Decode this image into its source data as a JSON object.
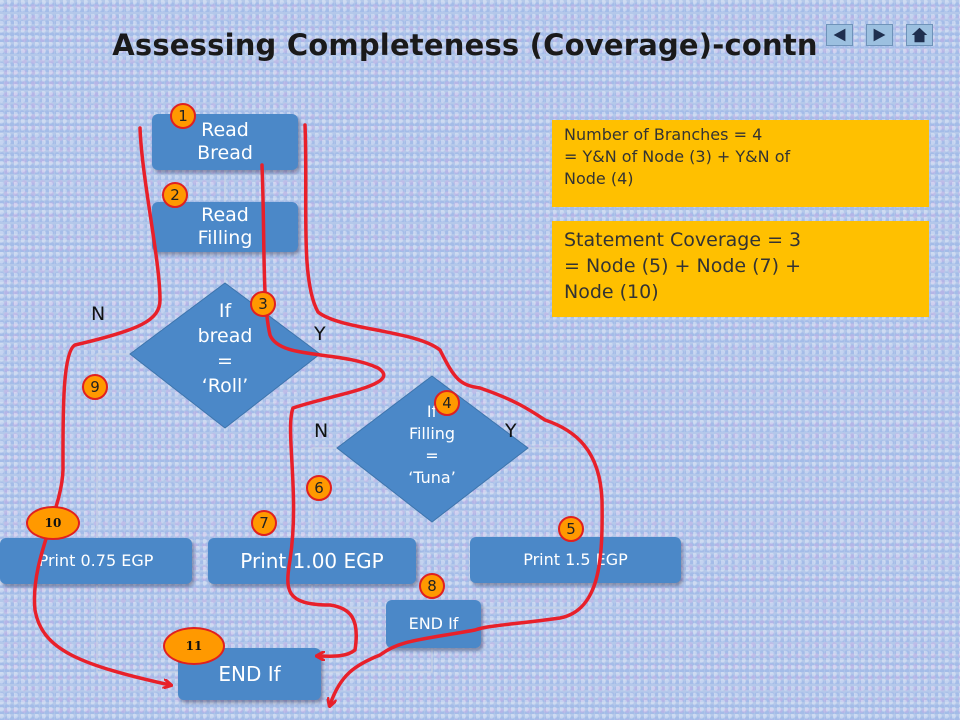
{
  "slide": {
    "title": "Assessing Completeness (Coverage)-contn"
  },
  "nav": {
    "prev_icon": "triangle-left-icon",
    "next_icon": "triangle-right-icon",
    "home_icon": "home-icon"
  },
  "flowchart": {
    "read_bread": "Read Bread",
    "read_filling": "Read Filling",
    "decision_bread": [
      "If",
      "bread",
      "=",
      "‘Roll’"
    ],
    "decision_filling": [
      "If",
      "Filling",
      "=",
      "‘Tuna’"
    ],
    "print_075": "Print 0.75 EGP",
    "print_100": "Print 1.00 EGP",
    "print_15": "Print 1.5 EGP",
    "end_if_inner": "END If",
    "end_if_outer": "END If",
    "label_n1": "N",
    "label_y1": "Y",
    "label_n2": "N",
    "label_y2": "Y"
  },
  "nodes": {
    "n1": "1",
    "n2": "2",
    "n3": "3",
    "n4": "4",
    "n5": "5",
    "n6": "6",
    "n7": "7",
    "n8": "8",
    "n9": "9",
    "n10": "10",
    "n11": "11"
  },
  "info": {
    "branches_line1": "Number of Branches = 4",
    "branches_line2": "= Y&N of Node (3) + Y&N of",
    "branches_line3": "Node (4)",
    "statement_line1": "Statement Coverage = 3",
    "statement_line2": "= Node (5) + Node (7) +",
    "statement_line3": "Node (10)"
  },
  "colors": {
    "box": "#4b88c8",
    "info": "#ffc000",
    "badge": "#ff9900",
    "path": "#e8202a"
  }
}
